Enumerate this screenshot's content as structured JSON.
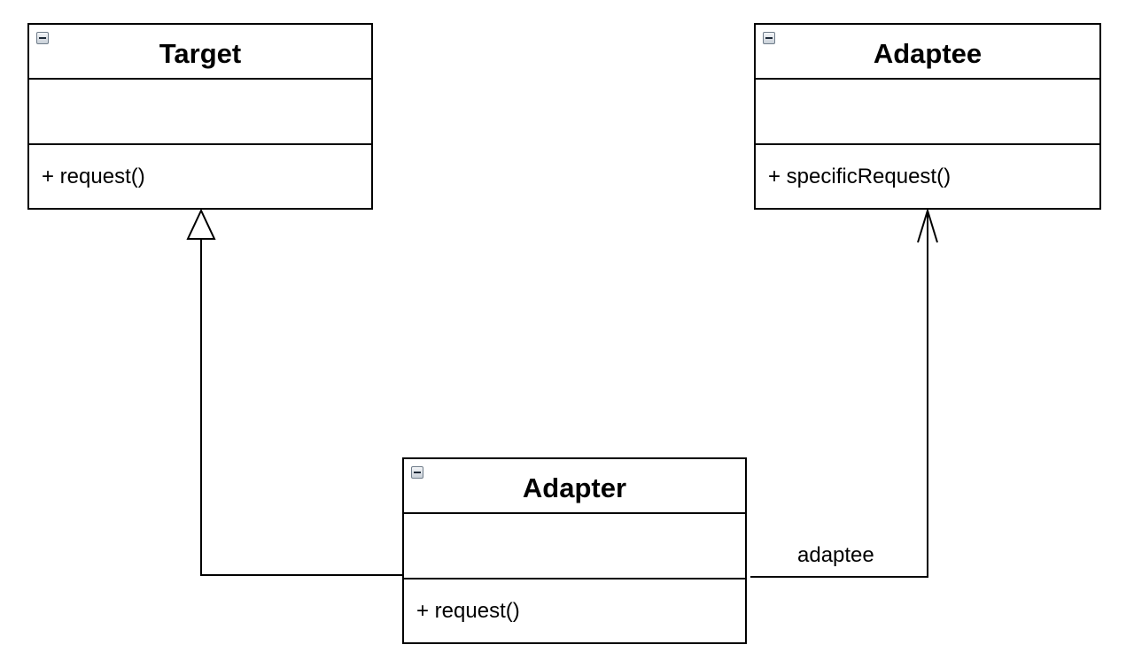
{
  "classes": {
    "target": {
      "name": "Target",
      "attributes": [],
      "operations": [
        "+ request()"
      ]
    },
    "adaptee": {
      "name": "Adaptee",
      "attributes": [],
      "operations": [
        "+ specificRequest()"
      ]
    },
    "adapter": {
      "name": "Adapter",
      "attributes": [],
      "operations": [
        "+ request()"
      ]
    }
  },
  "relationships": {
    "generalization": {
      "from": "Adapter",
      "to": "Target",
      "kind": "realization-inheritance"
    },
    "association": {
      "from": "Adapter",
      "to": "Adaptee",
      "kind": "directed-association",
      "role_label": "adaptee"
    }
  },
  "colors": {
    "line": "#000000",
    "background": "#ffffff"
  }
}
